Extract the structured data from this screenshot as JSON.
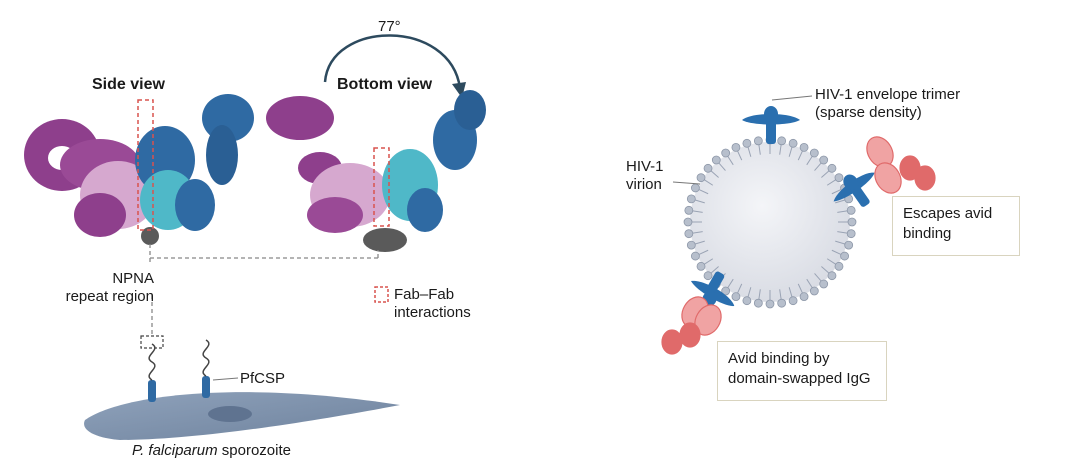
{
  "panel_a": {
    "side_view_label": "Side view",
    "bottom_view_label": "Bottom view",
    "rotation_label": "77°",
    "repeat_label_line1": "NPNA",
    "repeat_label_line2": "repeat region",
    "fab_label_line1": "Fab–Fab",
    "fab_label_line2": "interactions",
    "pfcsp_label": "PfCSP",
    "sporozoite_italic": "P.  falciparum",
    "sporozoite_rest": " sporozoite"
  },
  "panel_b": {
    "env_label_line1": "HIV-1 envelope trimer",
    "env_label_line2": "(sparse density)",
    "virion_label_line1": "HIV-1",
    "virion_label_line2": "virion",
    "escape_line1": "Escapes avid",
    "escape_line2": "binding",
    "avid_line1": "Avid binding by",
    "avid_line2": "domain-swapped IgG"
  },
  "colors": {
    "purple": "#8e3f8c",
    "light_purple": "#d6a8cf",
    "blue": "#2f6aa3",
    "cyan": "#4fb8c8",
    "grey": "#5a5a5a",
    "virion": "#e8eaef",
    "trimer": "#2a6faf",
    "igg_red": "#e06a6a",
    "sporozoite": "#7f93ad"
  }
}
